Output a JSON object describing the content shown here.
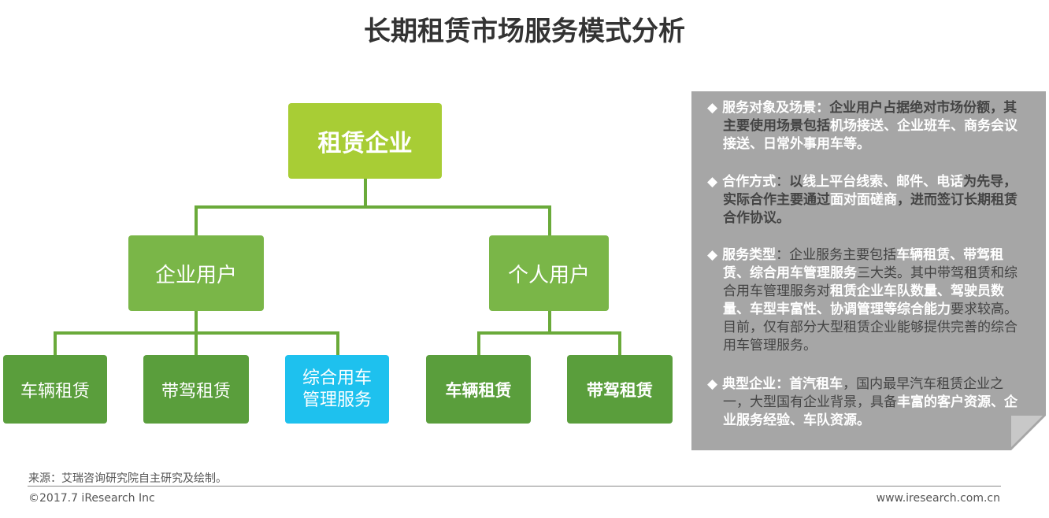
{
  "title": "长期租赁市场服务模式分析",
  "tree": {
    "root": "租赁企业",
    "enterprise": "企业用户",
    "personal": "个人用户",
    "ent_children": [
      "车辆租赁",
      "带驾租赁",
      "综合用车\n管理服务"
    ],
    "per_children": [
      "车辆租赁",
      "带驾租赁"
    ]
  },
  "colors": {
    "root": "#a8cd35",
    "mid": "#7ab648",
    "leaf": "#5a9e3c",
    "highlight": "#1ec1ee",
    "panel": "#a6a6a6"
  },
  "panel": {
    "p0": [
      "服务对象及场景",
      "：",
      "企业用户占据绝对市场份额，其主要使用场景包括",
      "机场接送、企业班车、商务会议接送、日常外事用车等。"
    ],
    "p1": [
      "合作方式",
      "：",
      "以",
      "线上平台线索、邮件、电话",
      "为先导，实际合作主要通过",
      "面对面磋商",
      "，进而签订长期租赁合作协议。"
    ],
    "p2": [
      "服务类型",
      "：企业服务主要包括",
      "车辆租赁、带驾租赁、综合用车管理服务",
      "三大类。其中带驾租赁和综合用车管理服务对",
      "租赁企业车队数量、驾驶员数量、车型丰富性、协调管理等综合能力",
      "要求较高。目前，仅有部分大型租赁企业能够提供完善的综合用车管理服务。"
    ],
    "p3": [
      "典型企业",
      "：",
      "首汽租车",
      "，国内最早汽车租赁企业之一，大型国有企业背景，具备",
      "丰富的客户资源、企业服务经验、车队资源。"
    ],
    "bullet": "◆"
  },
  "footer": {
    "source": "来源：艾瑞咨询研究院自主研究及绘制。",
    "copyright": "©2017.7 iResearch Inc",
    "url": "www.iresearch.com.cn"
  }
}
